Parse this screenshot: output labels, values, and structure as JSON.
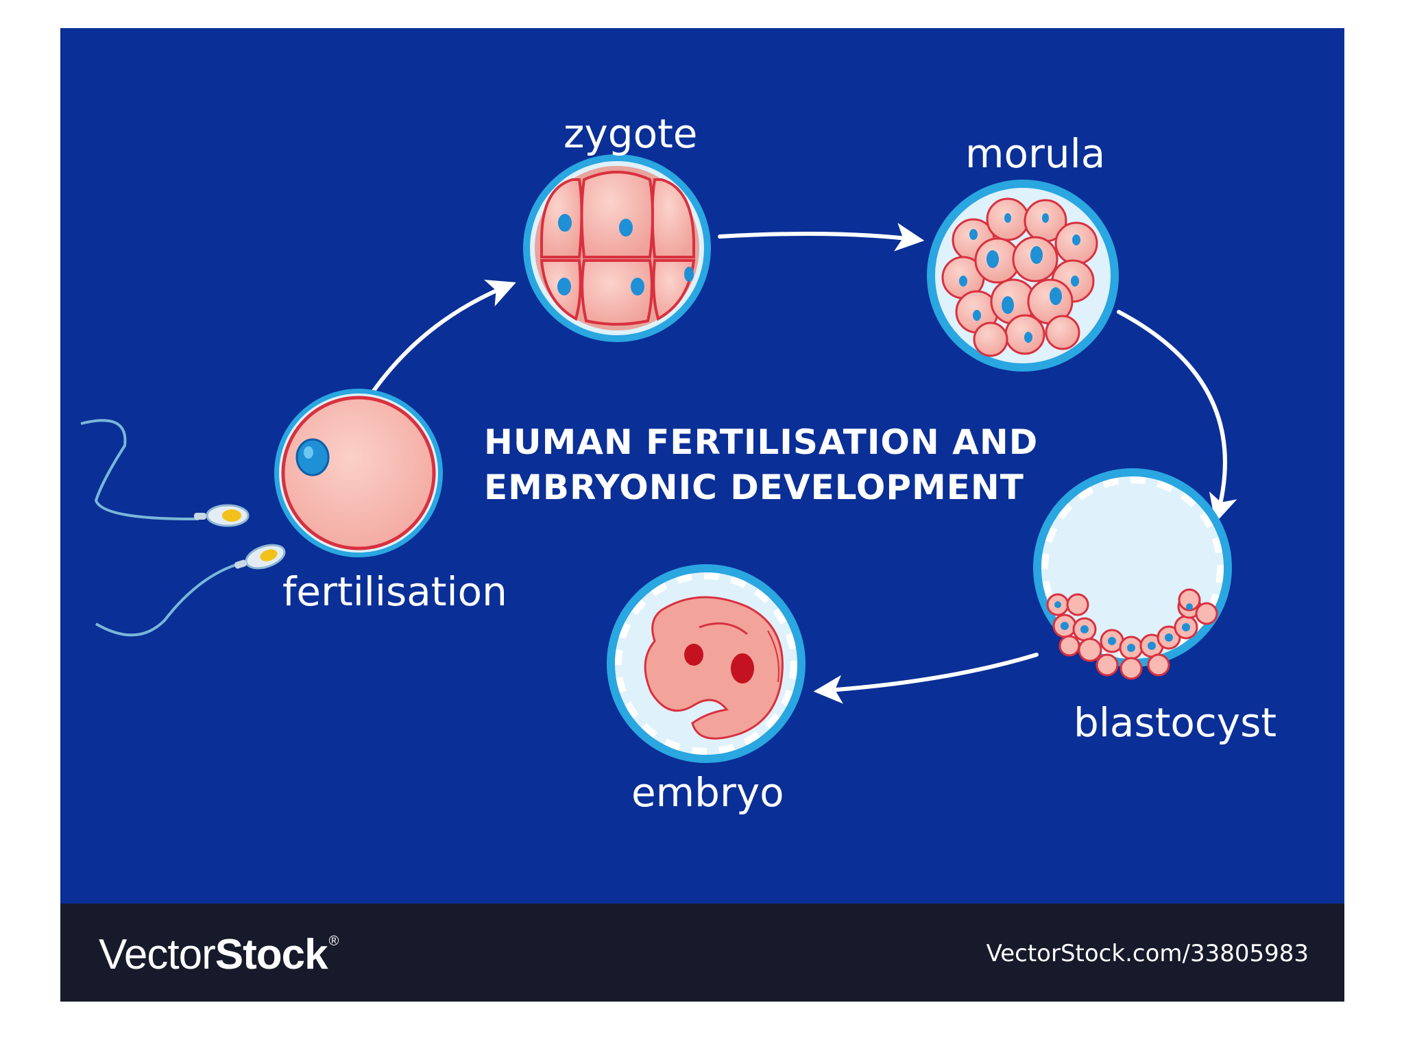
{
  "diagram": {
    "title_line1": "HUMAN FERTILISATION AND",
    "title_line2": "EMBRYONIC DEVELOPMENT",
    "stages": {
      "fertilisation": "fertilisation",
      "zygote": "zygote",
      "morula": "morula",
      "blastocyst": "blastocyst",
      "embryo": "embryo"
    }
  },
  "footer": {
    "brand_part1": "Vector",
    "brand_part2": "Stock",
    "brand_mark": "®",
    "url": "VectorStock.com/33805983"
  },
  "colors": {
    "background": "#0a2f97",
    "footer": "#171a2b",
    "cell_fill": "#f4b0a7",
    "cell_outline": "#d9303f",
    "zona": "#2aa6e0",
    "nucleus": "#1f8fd6",
    "arrow": "#ffffff"
  }
}
